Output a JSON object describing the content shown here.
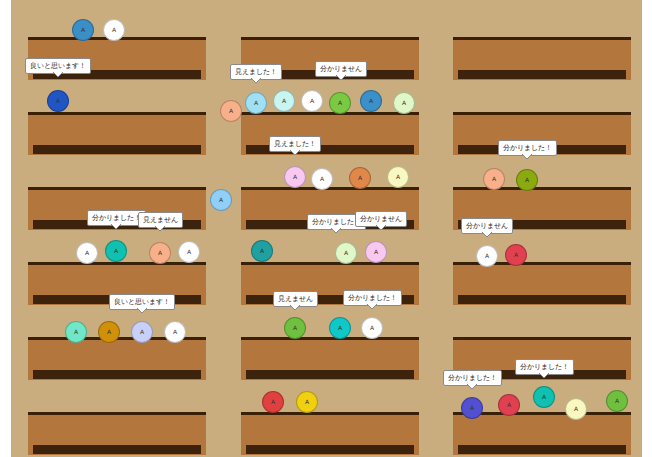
{
  "diagram": {
    "nodes": [
      {
        "text": [
          "A"
        ]
      },
      {
        "text": [
          "A"
        ]
      },
      {
        "text": [
          "良いと思います！"
        ]
      },
      {
        "text": [
          "見えました！"
        ]
      },
      {
        "text": [
          "分かりません"
        ]
      },
      {
        "text": [
          "A"
        ]
      },
      {
        "text": [
          "A"
        ]
      },
      {
        "text": [
          "A"
        ]
      },
      {
        "text": [
          "A"
        ]
      },
      {
        "text": [
          "A"
        ]
      },
      {
        "text": [
          "A"
        ]
      },
      {
        "text": [
          "A"
        ]
      },
      {
        "text": [
          "A"
        ]
      },
      {
        "text": [
          "見えました！"
        ]
      },
      {
        "text": [
          "分かりました！"
        ]
      },
      {
        "text": [
          "A"
        ]
      },
      {
        "text": [
          "A"
        ]
      },
      {
        "text": [
          "A"
        ]
      },
      {
        "text": [
          "A"
        ]
      },
      {
        "text": [
          "A"
        ]
      },
      {
        "text": [
          "A"
        ]
      },
      {
        "text": [
          "A"
        ]
      },
      {
        "text": [
          "分かりました！"
        ]
      },
      {
        "text": [
          "見えません"
        ]
      },
      {
        "text": [
          "分かりました！"
        ]
      },
      {
        "text": [
          "分かりません"
        ]
      },
      {
        "text": [
          "分かりません"
        ]
      },
      {
        "text": [
          "A"
        ]
      },
      {
        "text": [
          "A"
        ]
      },
      {
        "text": [
          "A"
        ]
      },
      {
        "text": [
          "A"
        ]
      },
      {
        "text": [
          "A"
        ]
      },
      {
        "text": [
          "A"
        ]
      },
      {
        "text": [
          "A"
        ]
      },
      {
        "text": [
          "A"
        ]
      },
      {
        "text": [
          "A"
        ]
      },
      {
        "text": [
          "見えません"
        ]
      },
      {
        "text": [
          "分かりました！"
        ]
      },
      {
        "text": [
          "良いと思います！"
        ]
      },
      {
        "text": [
          "A"
        ]
      },
      {
        "text": [
          "A"
        ]
      },
      {
        "text": [
          "A"
        ]
      },
      {
        "text": [
          "A"
        ]
      },
      {
        "text": [
          "A"
        ]
      },
      {
        "text": [
          "A"
        ]
      },
      {
        "text": [
          "A"
        ]
      },
      {
        "text": [
          "分かりました！"
        ]
      },
      {
        "text": [
          "分かりました！"
        ]
      },
      {
        "text": [
          "A"
        ]
      },
      {
        "text": [
          "A"
        ]
      },
      {
        "text": [
          "A"
        ]
      },
      {
        "text": [
          "A"
        ]
      },
      {
        "text": [
          "A"
        ]
      },
      {
        "text": [
          "A"
        ]
      },
      {
        "text": [
          "A"
        ]
      }
    ]
  }
}
